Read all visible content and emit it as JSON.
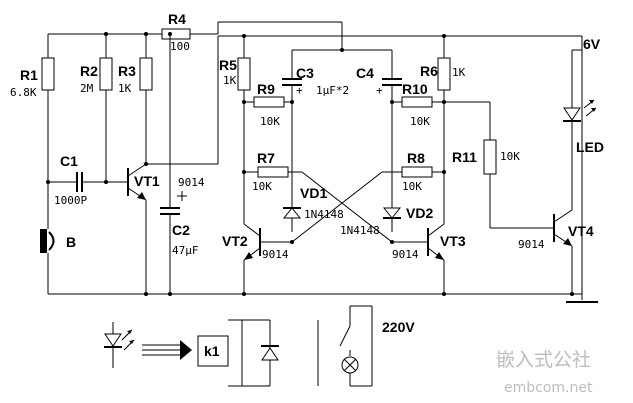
{
  "supply": {
    "label": "6V"
  },
  "components": {
    "R1": {
      "label": "R1",
      "value": "6.8K"
    },
    "R2": {
      "label": "R2",
      "value": "2M"
    },
    "R3": {
      "label": "R3",
      "value": "1K"
    },
    "R4": {
      "label": "R4",
      "value": "100"
    },
    "R5": {
      "label": "R5",
      "value": "1K"
    },
    "R6": {
      "label": "R6",
      "value": "1K"
    },
    "R7": {
      "label": "R7",
      "value": "10K"
    },
    "R8": {
      "label": "R8",
      "value": "10K"
    },
    "R9": {
      "label": "R9",
      "value": "10K"
    },
    "R10": {
      "label": "R10",
      "value": "10K"
    },
    "R11": {
      "label": "R11",
      "value": "10K"
    },
    "C1": {
      "label": "C1",
      "value": "1000P"
    },
    "C2": {
      "label": "C2",
      "value": "47μF"
    },
    "C3": {
      "label": "C3"
    },
    "C4": {
      "label": "C4"
    },
    "C34_value": "1μF*2",
    "VT1": {
      "label": "VT1",
      "value": "9014"
    },
    "VT2": {
      "label": "VT2",
      "value": "9014"
    },
    "VT3": {
      "label": "VT3",
      "value": "9014"
    },
    "VT4": {
      "label": "VT4",
      "value": "9014"
    },
    "VD1": {
      "label": "VD1",
      "value": "1N4148"
    },
    "VD2": {
      "label": "VD2",
      "value": "1N4148"
    },
    "LED": {
      "label": "LED"
    },
    "B": {
      "label": "B"
    },
    "K1": {
      "label": "k1"
    },
    "mains": {
      "label": "220V"
    }
  },
  "watermark": {
    "cn": "嵌入式公社",
    "url": "embcom.net"
  }
}
